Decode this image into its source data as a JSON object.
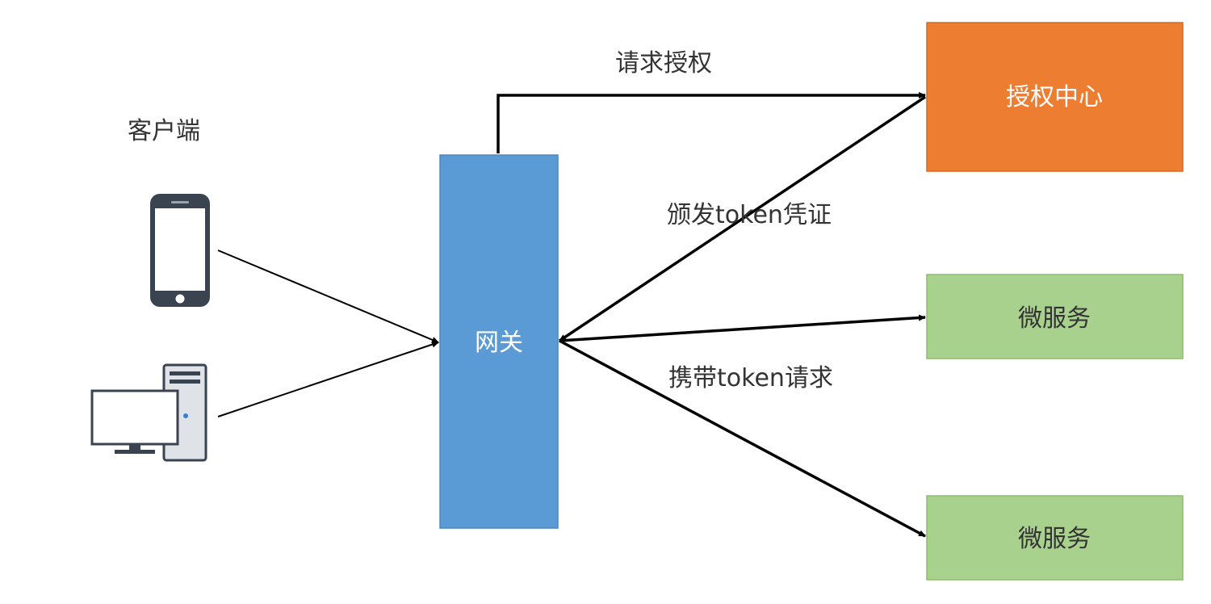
{
  "labels": {
    "client": "客户端",
    "request_auth": "请求授权",
    "issue_token": "颁发token凭证",
    "carry_token": "携带token请求"
  },
  "nodes": {
    "gateway": "网关",
    "auth_center": "授权中心",
    "microservice_1": "微服务",
    "microservice_2": "微服务"
  },
  "colors": {
    "gateway": "#5b9bd5",
    "gateway_border": "#4a86c0",
    "auth_center": "#ed7d31",
    "auth_center_border": "#d56a22",
    "microservice": "#a9d18e",
    "microservice_border": "#8cbc6e",
    "node_text_light": "#ffffff",
    "node_text_dark": "#333333",
    "device_dark": "#3a4350",
    "device_light": "#dfe3e8"
  },
  "icons": {
    "phone": "smartphone-icon",
    "desktop": "desktop-computer-icon"
  }
}
